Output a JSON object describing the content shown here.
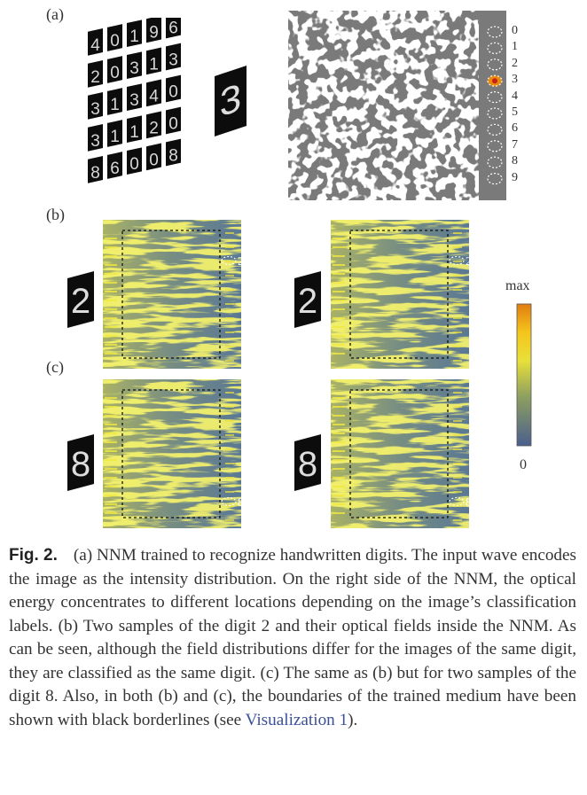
{
  "panels": {
    "a": "(a)",
    "b": "(b)",
    "c": "(c)"
  },
  "mnist_grid_digits": [
    "4",
    "0",
    "1",
    "9",
    "6",
    "2",
    "0",
    "3",
    "1",
    "3",
    "3",
    "1",
    "3",
    "4",
    "0",
    "3",
    "1",
    "1",
    "2",
    "0",
    "8",
    "6",
    "0",
    "0",
    "8"
  ],
  "input_digit_a": "3",
  "class_labels": [
    "0",
    "1",
    "2",
    "3",
    "4",
    "5",
    "6",
    "7",
    "8",
    "9"
  ],
  "selected_class": "3",
  "samples_b": [
    {
      "digit": "2",
      "output_label": "2"
    },
    {
      "digit": "2",
      "output_label": "2"
    }
  ],
  "samples_c": [
    {
      "digit": "8",
      "output_label": "8"
    },
    {
      "digit": "8",
      "output_label": "8"
    }
  ],
  "colorbar": {
    "max_label": "max",
    "min_label": "0",
    "colors": [
      "#4a5f8c",
      "#8fa060",
      "#e8e03a",
      "#f5c51c",
      "#e07d10"
    ]
  },
  "caption": {
    "label": "Fig. 2.",
    "text": "(a) NNM trained to recognize handwritten digits. The input wave encodes the image as the intensity distribution. On the right side of the NNM, the optical energy concentrates to different locations depending on the image’s classification labels. (b) Two samples of the digit 2 and their optical fields inside the NNM. As can be seen, although the field distributions differ for the images of the same digit, they are classified as the same digit. (c) The same as (b) but for two samples of the digit 8. Also, in both (b) and (c), the boundaries of the trained medium have been shown with black borderlines (see ",
    "link": "Visualization 1",
    "tail": ")."
  }
}
